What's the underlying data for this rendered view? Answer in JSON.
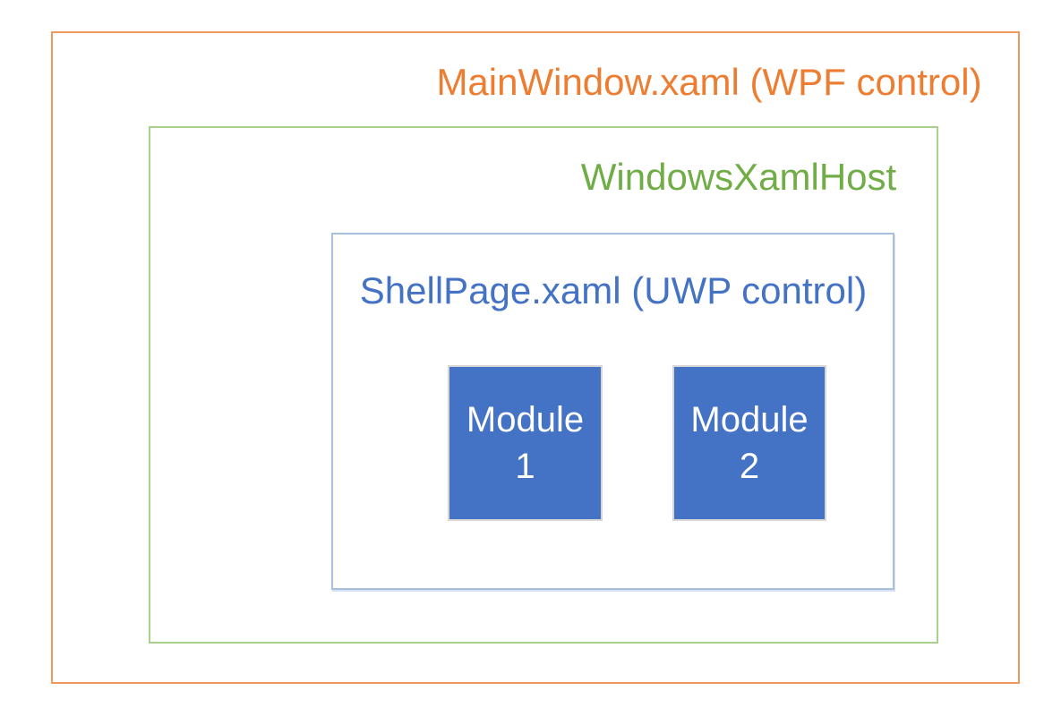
{
  "diagram": {
    "main_window": {
      "label": "MainWindow.xaml (WPF control)",
      "text_color": "#ED7D31",
      "border_color": "#F0995C"
    },
    "xaml_host": {
      "label": "WindowsXamlHost",
      "text_color": "#70AD47",
      "border_color": "#A9D18E"
    },
    "shell_page": {
      "label": "ShellPage.xaml (UWP control)",
      "text_color": "#4472C4",
      "border_color": "#A6C0DE"
    },
    "modules": [
      {
        "name": "Module 1",
        "line1": "Module",
        "line2": "1"
      },
      {
        "name": "Module 2",
        "line1": "Module",
        "line2": "2"
      }
    ],
    "module_style": {
      "fill": "#4472C4",
      "border": "#D6D6D6",
      "text_color": "#FFFFFF"
    }
  }
}
